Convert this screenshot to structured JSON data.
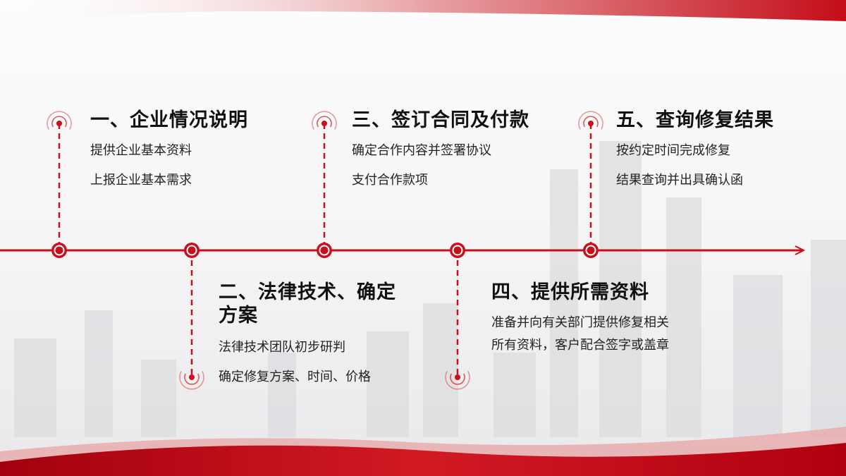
{
  "steps": [
    {
      "title": "一、企业情况说明",
      "lines": [
        "提供企业基本资料",
        "上报企业基本需求"
      ]
    },
    {
      "title": "二、法律技术、确定方案",
      "title_line1": "二、法律技术、确定",
      "title_line2": "方案",
      "lines": [
        "法律技术团队初步研判",
        "确定修复方案、时间、价格"
      ]
    },
    {
      "title": "三、签订合同及付款",
      "lines": [
        "确定合作内容并签署协议",
        "支付合作款项"
      ]
    },
    {
      "title": "四、提供所需资料",
      "lines": [
        "准备并向有关部门提供修复相关",
        "所有资料，客户配合签字或盖章"
      ]
    },
    {
      "title": "五、查询修复结果",
      "lines": [
        "按约定时间完成修复",
        "结果查询并出具确认函"
      ]
    }
  ],
  "colors": {
    "accent": "#c8101c",
    "dark": "#a00010"
  }
}
